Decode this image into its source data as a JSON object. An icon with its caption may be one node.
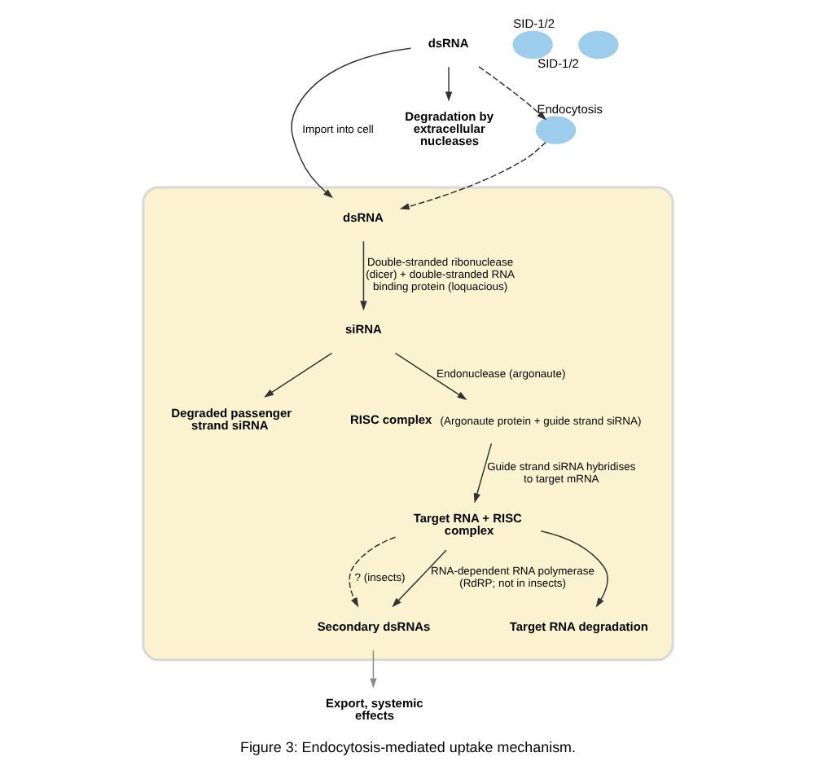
{
  "diagram": {
    "caption": "Figure 3: Endocytosis-mediated uptake mechanism.",
    "nodes": [
      {
        "text": [],
        "shape": "box"
      },
      {
        "text": [
          "dsRNA"
        ]
      },
      {
        "text": [
          "Degradation by extracellular nucleases"
        ]
      },
      {
        "text": [],
        "shape": "circle",
        "beside": [
          "Endocytosis"
        ]
      },
      {
        "text": [],
        "shape": "circle",
        "beside": [
          "SID-1/2"
        ]
      },
      {
        "text": [
          "dsRNA"
        ],
        "in": 0
      },
      {
        "text": [
          "siRNA"
        ],
        "in": 0
      },
      {
        "text": [
          "Degraded passenger strand siRNA"
        ],
        "in": 0
      },
      {
        "text": [
          "RISC complex"
        ],
        "in": 0,
        "beside": [
          "(Argonaute protein + guide strand siRNA)"
        ]
      },
      {
        "text": [
          "Target RNA + RISC complex"
        ],
        "in": 0
      },
      {
        "text": [
          "Secondary dsRNAs"
        ],
        "in": 0
      },
      {
        "text": [
          "Target RNA degradation"
        ],
        "in": 0
      },
      {
        "text": [],
        "shape": "circle",
        "beside": [
          "SID-1/2"
        ]
      },
      {
        "text": [
          "Export, systemic effects"
        ]
      }
    ],
    "edges": [
      {
        "from": 1,
        "to": 5,
        "arrow": "to",
        "label": "Import into cell"
      },
      {
        "from": 1,
        "to": 3,
        "arrow": "to",
        "style": "dashed"
      },
      {
        "from": 3,
        "to": 5,
        "arrow": "to",
        "style": "dashed"
      },
      {
        "from": 1,
        "to": 2,
        "arrow": "to"
      },
      {
        "from": 5,
        "to": 6,
        "arrow": "to",
        "label": "Double-stranded ribonuclease (dicer) + double-stranded RNA binding protein (loquacious)"
      },
      {
        "from": 6,
        "to": 8,
        "arrow": "to",
        "label": "Endonuclease (argonaute)"
      },
      {
        "from": 6,
        "to": 7,
        "arrow": "to"
      },
      {
        "from": 8,
        "to": 9,
        "arrow": "to",
        "label": "Guide strand siRNA hybridises to target mRNA"
      },
      {
        "from": 9,
        "to": 10,
        "arrow": "to",
        "style": "dashed",
        "label": "? (insects)"
      },
      {
        "from": 9,
        "to": 10,
        "arrow": "to",
        "label": "RNA-dependent RNA polymerase (RdRP; not in insects)"
      },
      {
        "from": 9,
        "to": 11,
        "arrow": "to"
      },
      {
        "from": 10,
        "to": 13,
        "arrow": "to",
        "color": "#8a8a8a"
      }
    ]
  }
}
